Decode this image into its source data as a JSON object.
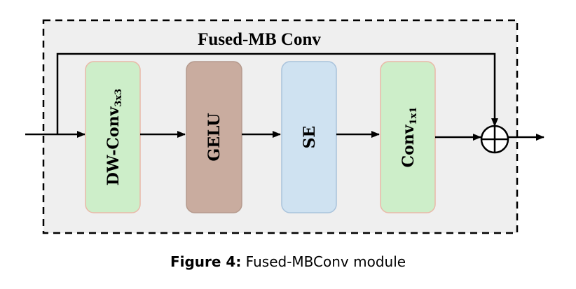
{
  "module": {
    "title": "Fused-MB Conv"
  },
  "blocks": [
    {
      "label": "DW-Conv",
      "subscript": "3x3",
      "fill": "#cdeec9",
      "stroke": "#e9b9a8"
    },
    {
      "label": "GELU",
      "subscript": "",
      "fill": "#c9ac9f",
      "stroke": "#b59a8d"
    },
    {
      "label": "SE",
      "subscript": "",
      "fill": "#cfe2f1",
      "stroke": "#a9c3dc"
    },
    {
      "label": "Conv",
      "subscript": "1x1",
      "fill": "#cdeec9",
      "stroke": "#e9b9a8"
    }
  ],
  "caption": {
    "label": "Figure 4:",
    "text": " Fused-MBConv module"
  },
  "colors": {
    "module_background": "#efefef",
    "line": "#000000"
  }
}
